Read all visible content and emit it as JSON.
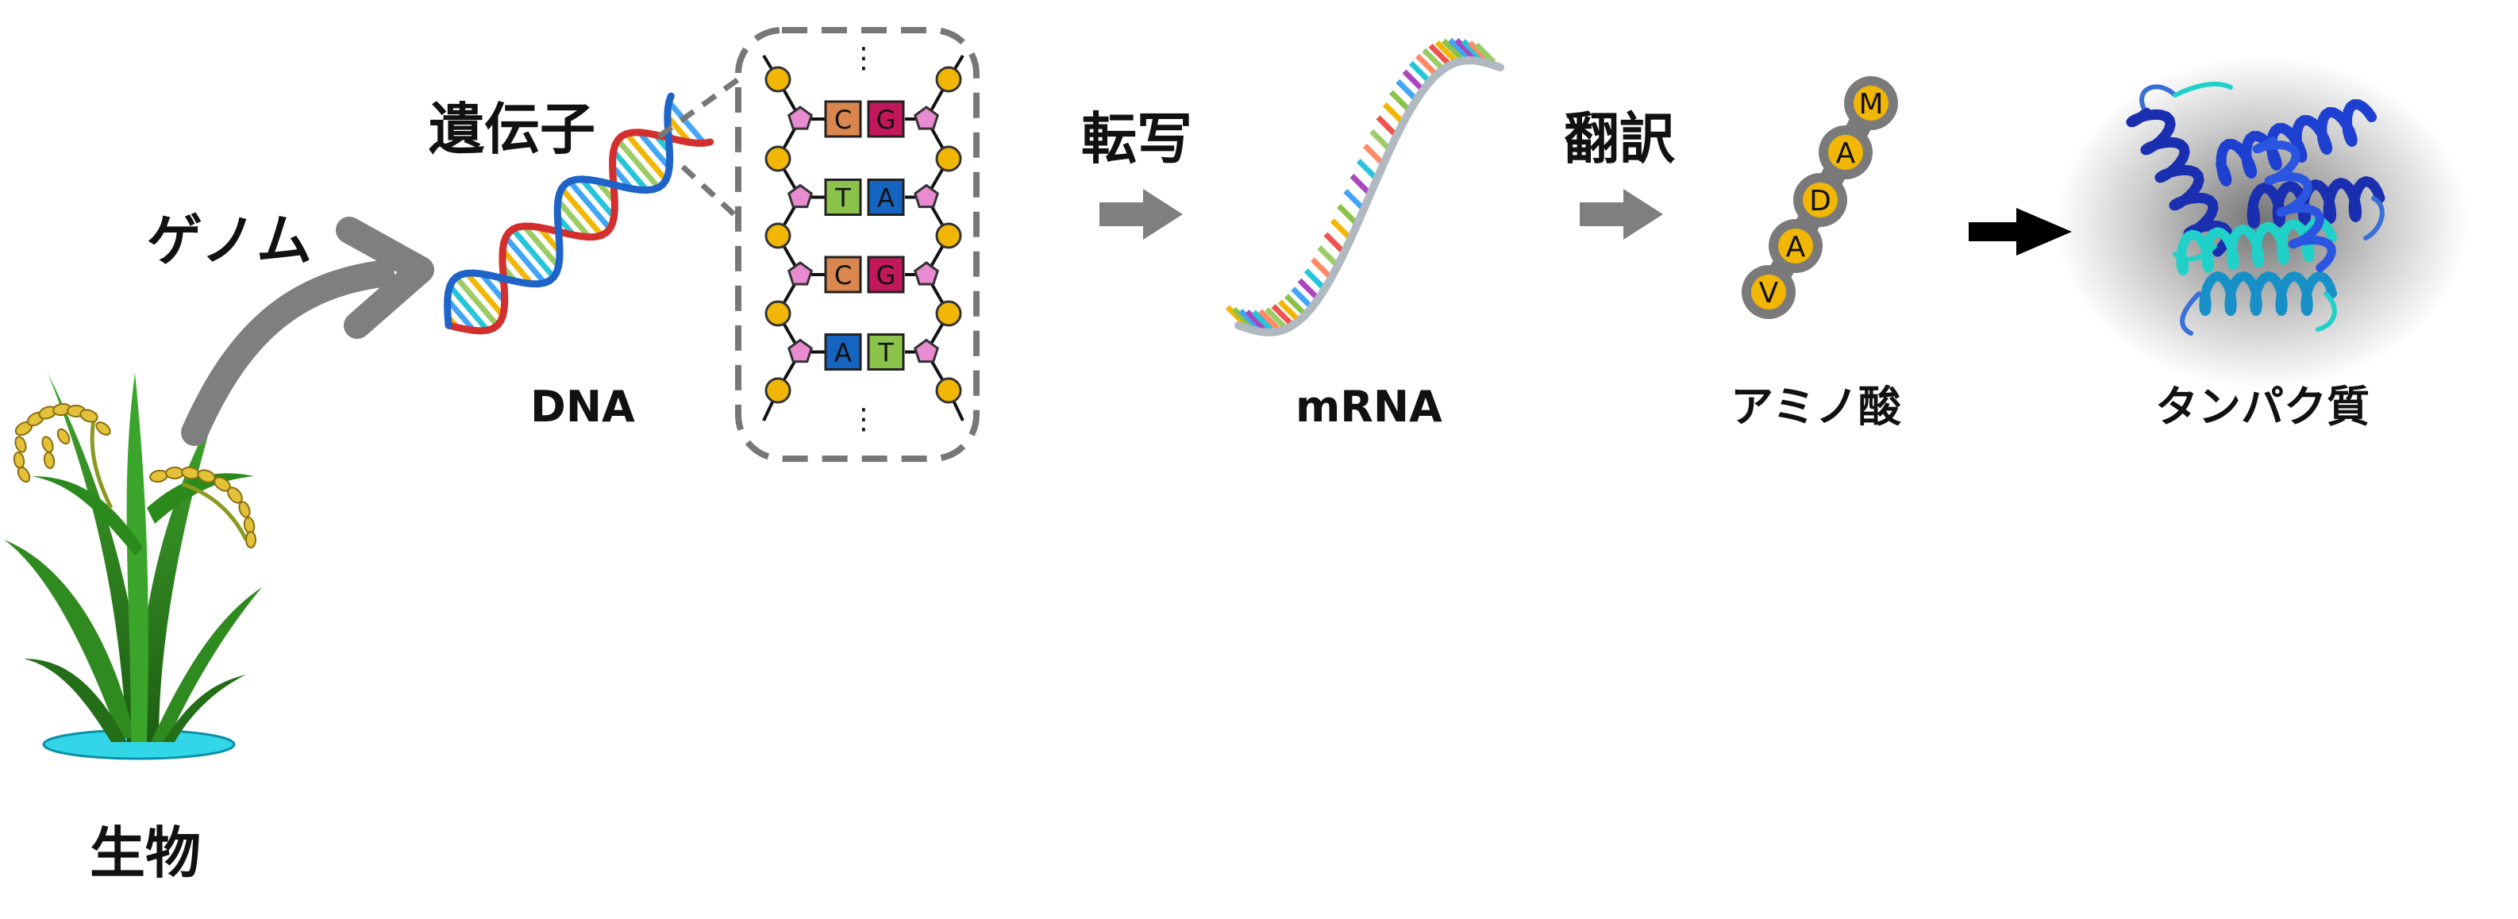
{
  "labels": {
    "organism": "生物",
    "genome": "ゲノム",
    "gene": "遺伝子",
    "dna": "DNA",
    "transcription": "転写",
    "mrna": "mRNA",
    "translation": "翻訳",
    "amino_acid": "アミノ酸",
    "protein": "タンパク質"
  },
  "base_pairs": [
    {
      "left": "C",
      "right": "G"
    },
    {
      "left": "T",
      "right": "A"
    },
    {
      "left": "C",
      "right": "G"
    },
    {
      "left": "A",
      "right": "T"
    }
  ],
  "ellipsis": "⋮",
  "peptide": [
    "M",
    "A",
    "D",
    "A",
    "V"
  ],
  "colors": {
    "gray_arrow": "#7f7f7f",
    "black_arrow": "#000000",
    "dashed_box": "#777777",
    "sugar": "#f2b705",
    "phosphate": "#e98bd0",
    "base_C": "#d9874e",
    "base_G": "#c2185b",
    "base_T": "#8bc34a",
    "base_A": "#1565c0",
    "dna_backbone_red": "#d32f2f",
    "dna_backbone_blue": "#1e63c8",
    "mrna_backbone": "#b0b8c0",
    "amino_bead_outer": "#7a7a7a",
    "amino_bead_inner": "#f2b705",
    "protein_dark": "#1a2fb0",
    "protein_cyan": "#1fd1c9"
  }
}
